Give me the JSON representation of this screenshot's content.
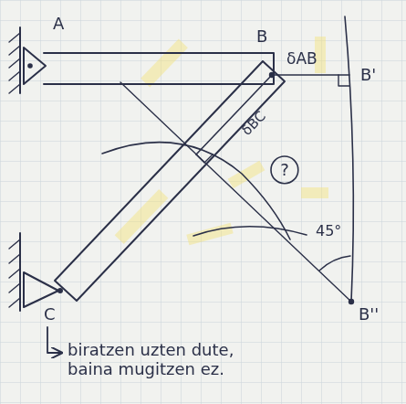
{
  "diagram": {
    "nodes": [
      {
        "text": [
          "?"
        ]
      }
    ],
    "labels": [
      "A",
      "B",
      "δAB",
      "B'",
      "δBC",
      "45°",
      "C",
      "B''",
      "biratzen uzten dute, baina mugitzen ez."
    ]
  }
}
